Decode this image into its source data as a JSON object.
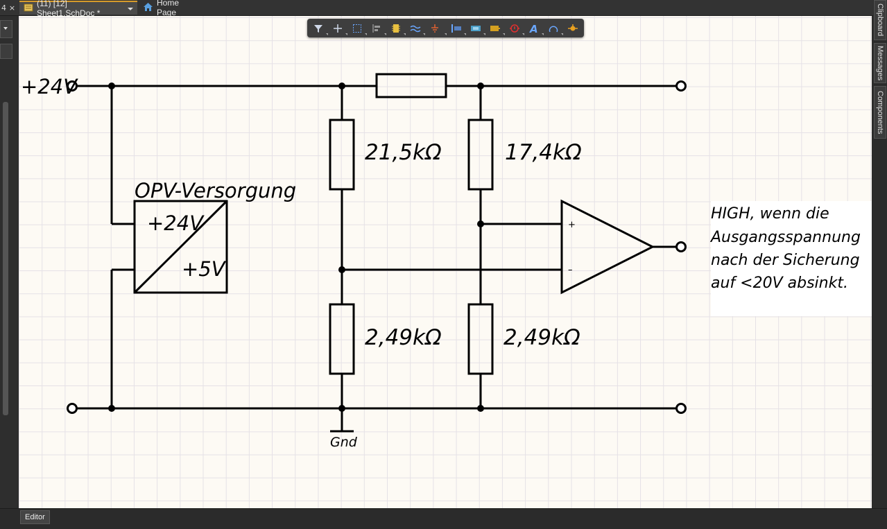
{
  "tabs": {
    "pin_glyph": "4",
    "close_glyph": "×",
    "document": "(11) [12] Sheet1.SchDoc *",
    "home": "Home Page"
  },
  "right_panels": [
    "Clipboard",
    "Messages",
    "Components"
  ],
  "bottom": {
    "editor_tab": "Editor"
  },
  "toolbar": {
    "tools": [
      "filter-icon",
      "add-icon",
      "select-rect-icon",
      "align-icon",
      "part-icon",
      "bus-icon",
      "ground-icon",
      "port-icon",
      "harness-icon",
      "sheet-symbol-icon",
      "directive-icon",
      "text-icon",
      "arc-icon",
      "junction-icon"
    ]
  },
  "schematic": {
    "supply_label": "+24V",
    "converter_title": "OPV-Versorgung",
    "converter_in": "+24V",
    "converter_out": "+5V",
    "r1_label": "21,5kΩ",
    "r2_label": "17,4kΩ",
    "r3_label": "2,49kΩ",
    "r4_label": "2,49kΩ",
    "gnd_label": "Gnd",
    "opamp_plus": "+",
    "opamp_minus": "–",
    "note_line1": "HIGH, wenn die",
    "note_line2": "Ausgangsspannung",
    "note_line3": "nach der Sicherung",
    "note_line4": "auf <20V absinkt."
  },
  "colors": {
    "accent": "#d79b2a",
    "canvas": "#fdfaf4",
    "grid": "#e5e1e6",
    "wire": "#000000"
  }
}
